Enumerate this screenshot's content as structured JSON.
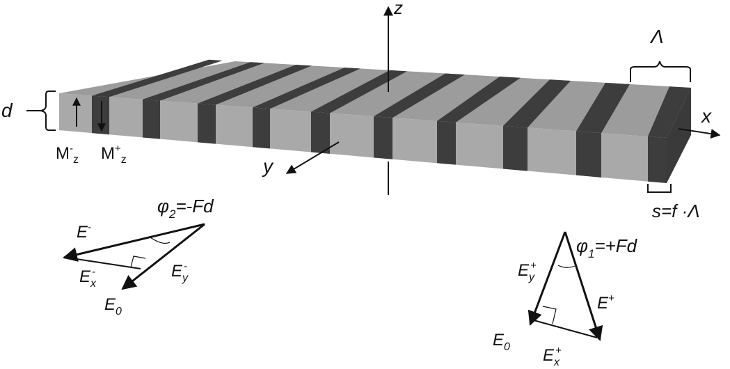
{
  "axes": {
    "z": "z",
    "x": "x",
    "y": "y"
  },
  "slab": {
    "period_label": "Λ",
    "thickness_label": "d",
    "stripe_label": "s=f ·Λ",
    "magnetization_down": {
      "base": "M",
      "sup": "-",
      "sub": "z"
    },
    "magnetization_up": {
      "base": "M",
      "sup": "+",
      "sub": "z"
    },
    "colors": {
      "top_light": "#9c9c9c",
      "front_light": "#a9a9a9",
      "dark_stripe": "#3d3d3d",
      "side": "#3a3a3a"
    }
  },
  "left_triangle": {
    "angle_label": {
      "base": "φ",
      "sub": "2",
      "rest": "=-Fd"
    },
    "E_total": {
      "base": "E",
      "sup": "-"
    },
    "E_x": {
      "base": "E",
      "sub": "x",
      "sup": "-"
    },
    "E_y": {
      "base": "E",
      "sub": "y",
      "sup": "-"
    },
    "E_0": {
      "base": "E",
      "sub": "0"
    }
  },
  "right_triangle": {
    "angle_label": {
      "base": "φ",
      "sub": "1",
      "rest": "=+Fd"
    },
    "E_total": {
      "base": "E",
      "sup": "+"
    },
    "E_x": {
      "base": "E",
      "sub": "x",
      "sup": "+"
    },
    "E_y": {
      "base": "E",
      "sub": "y",
      "sup": "+"
    },
    "E_0": {
      "base": "E",
      "sub": "0"
    }
  }
}
